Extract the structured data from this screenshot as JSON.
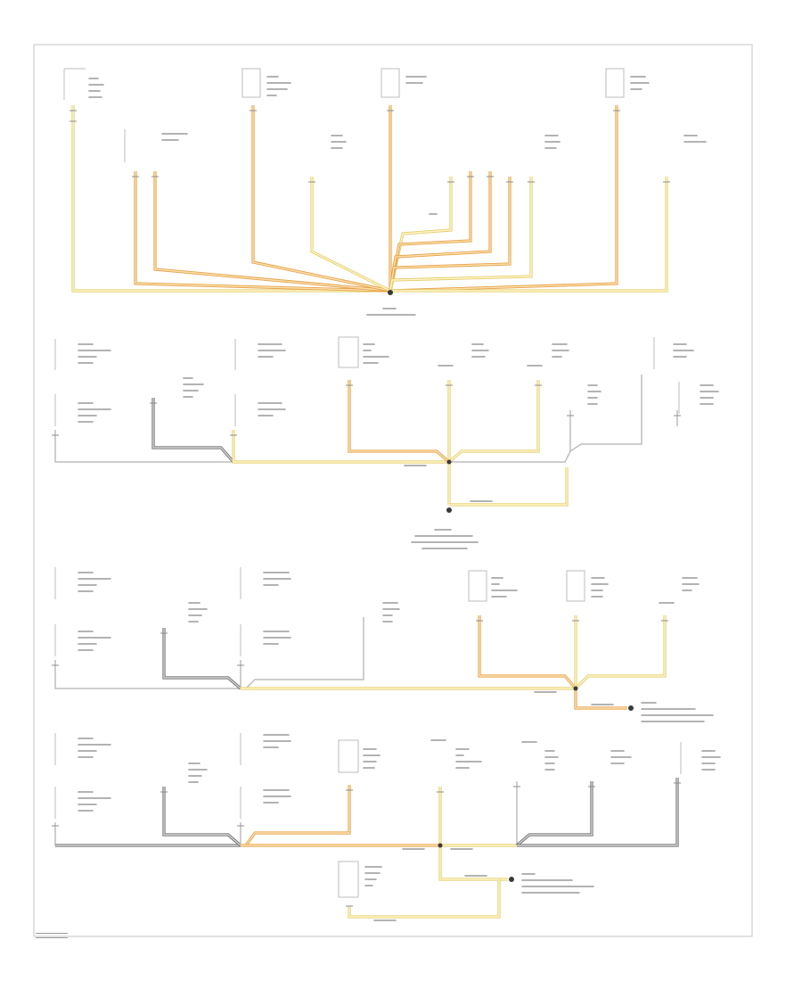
{
  "diagram": {
    "kind": "wiring-schematic-ground-distribution",
    "wire_colors": {
      "orange": "#e6a24a",
      "yellow": "#e3ce6e",
      "black": "#707070",
      "gray": "#bdbdbd"
    },
    "sections": [
      {
        "name": "section-1"
      },
      {
        "name": "section-2"
      },
      {
        "name": "section-3"
      },
      {
        "name": "section-4"
      }
    ]
  }
}
